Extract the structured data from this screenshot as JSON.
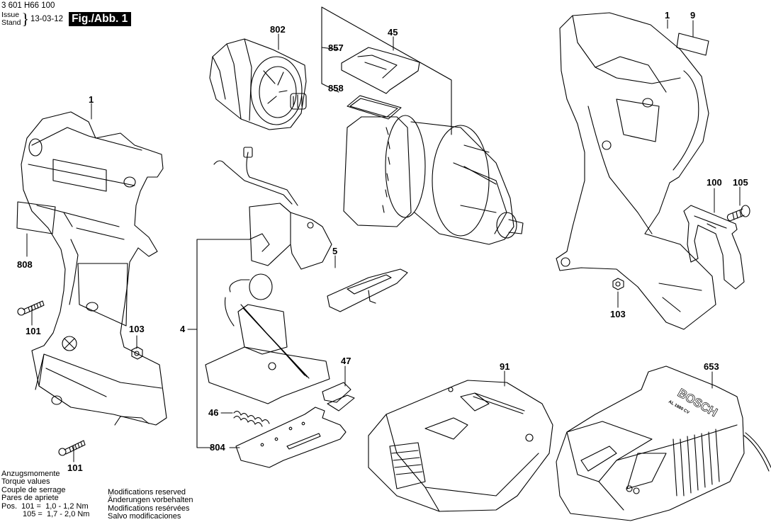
{
  "header": {
    "document_number": "3 601 H66 100",
    "issue_labels": [
      "Issue",
      "Stand"
    ],
    "issue_date": "13-03-12",
    "figure_label": "Fig./Abb. 1"
  },
  "callouts": {
    "housing_left": "1",
    "housing_right": "1",
    "label_9": "9",
    "motor": "802",
    "gearbox_assembly": "45",
    "part_857": "857",
    "part_858": "858",
    "nameplate_808": "808",
    "screw_101_top": "101",
    "screw_101_bottom": "101",
    "nut_103_left": "103",
    "nut_103_right": "103",
    "switch_assembly": "4",
    "slider_5": "5",
    "button_47": "47",
    "spring_46": "46",
    "contact_plate_804": "804",
    "battery": "91",
    "charger": "653",
    "belt_clip": "100",
    "screw_105": "105"
  },
  "torque_notes": {
    "lines": [
      "Anzugsmomente",
      "Torque values",
      "Couple de serrage",
      "Pares de apriete"
    ],
    "pos_label": "Pos.",
    "values": [
      {
        "pos": "101",
        "value": "1,0 - 1,2 Nm"
      },
      {
        "pos": "105",
        "value": "1,7 - 2,0 Nm"
      }
    ]
  },
  "modifications_notes": [
    "Modifications reserved",
    "Änderungen vorbehalten",
    "Modifications resérvées",
    "Salvo modificaciones"
  ],
  "charger_markings": {
    "brand": "BOSCH",
    "model": "AL 1880 CV"
  },
  "colors": {
    "line": "#000000",
    "background": "#ffffff",
    "badge_bg": "#000000",
    "badge_text": "#ffffff"
  }
}
